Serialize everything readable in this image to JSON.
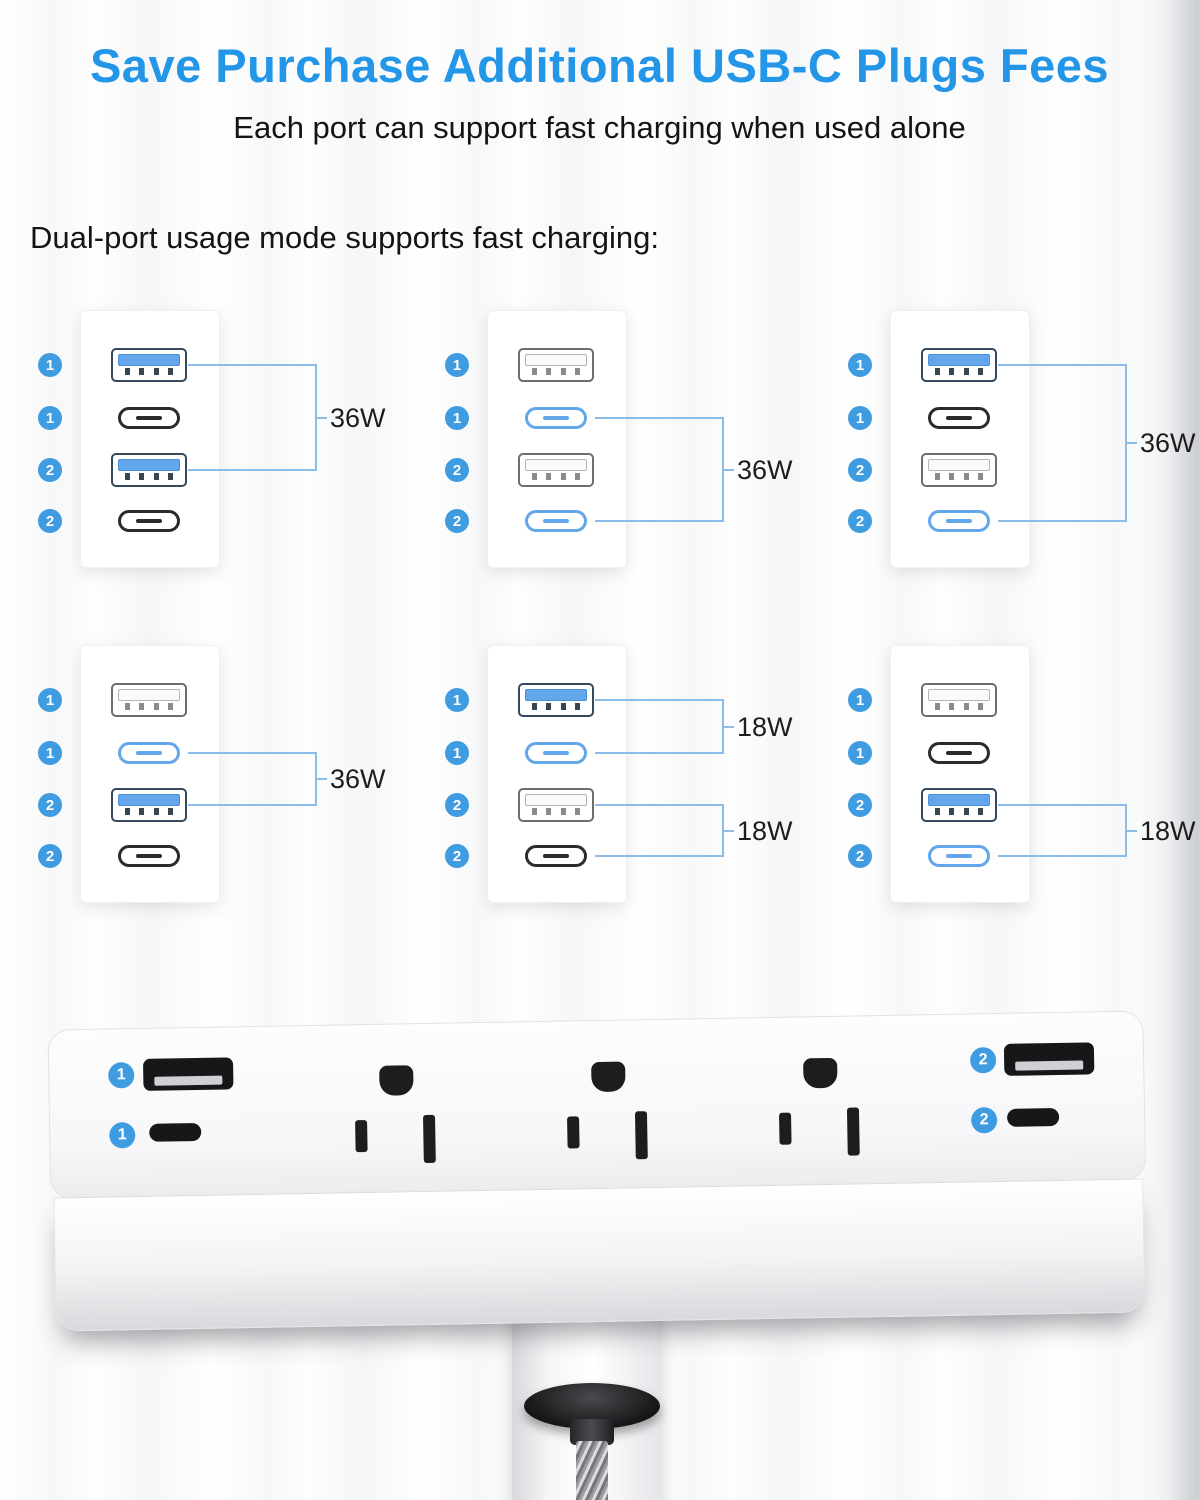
{
  "header": {
    "title": "Save Purchase Additional USB-C Plugs Fees",
    "subtitle": "Each port can support fast charging when used alone"
  },
  "section_heading": "Dual-port usage mode supports fast charging:",
  "colors": {
    "title_blue": "#2496e8",
    "badge_blue": "#3f9ce0",
    "port_highlight_blue": "#63a7ea",
    "connector_line_blue": "#8cbde9"
  },
  "panels": [
    {
      "badges": [
        "1",
        "1",
        "2",
        "2"
      ],
      "ports": [
        {
          "type": "usb-a",
          "highlight": true
        },
        {
          "type": "usb-c",
          "highlight": false
        },
        {
          "type": "usb-a",
          "highlight": true
        },
        {
          "type": "usb-c",
          "highlight": false
        }
      ],
      "connections": [
        {
          "ports": [
            0,
            2
          ],
          "label": "36W"
        }
      ]
    },
    {
      "badges": [
        "1",
        "1",
        "2",
        "2"
      ],
      "ports": [
        {
          "type": "usb-a",
          "highlight": false
        },
        {
          "type": "usb-c",
          "highlight": true
        },
        {
          "type": "usb-a",
          "highlight": false
        },
        {
          "type": "usb-c",
          "highlight": true
        }
      ],
      "connections": [
        {
          "ports": [
            1,
            3
          ],
          "label": "36W"
        }
      ]
    },
    {
      "badges": [
        "1",
        "1",
        "2",
        "2"
      ],
      "ports": [
        {
          "type": "usb-a",
          "highlight": true
        },
        {
          "type": "usb-c",
          "highlight": false
        },
        {
          "type": "usb-a",
          "highlight": false
        },
        {
          "type": "usb-c",
          "highlight": true
        }
      ],
      "connections": [
        {
          "ports": [
            0,
            3
          ],
          "label": "36W"
        }
      ]
    },
    {
      "badges": [
        "1",
        "1",
        "2",
        "2"
      ],
      "ports": [
        {
          "type": "usb-a",
          "highlight": false
        },
        {
          "type": "usb-c",
          "highlight": true
        },
        {
          "type": "usb-a",
          "highlight": true
        },
        {
          "type": "usb-c",
          "highlight": false
        }
      ],
      "connections": [
        {
          "ports": [
            1,
            2
          ],
          "label": "36W"
        }
      ]
    },
    {
      "badges": [
        "1",
        "1",
        "2",
        "2"
      ],
      "ports": [
        {
          "type": "usb-a",
          "highlight": true
        },
        {
          "type": "usb-c",
          "highlight": true
        },
        {
          "type": "usb-a",
          "highlight": false
        },
        {
          "type": "usb-c",
          "highlight": false
        }
      ],
      "connections": [
        {
          "ports": [
            0,
            1
          ],
          "label": "18W"
        },
        {
          "ports": [
            2,
            3
          ],
          "label": "18W"
        }
      ]
    },
    {
      "badges": [
        "1",
        "1",
        "2",
        "2"
      ],
      "ports": [
        {
          "type": "usb-a",
          "highlight": false
        },
        {
          "type": "usb-c",
          "highlight": false
        },
        {
          "type": "usb-a",
          "highlight": true
        },
        {
          "type": "usb-c",
          "highlight": true
        }
      ],
      "connections": [
        {
          "ports": [
            2,
            3
          ],
          "label": "18W"
        }
      ]
    }
  ],
  "product": {
    "usb_port_badges": [
      "1",
      "1",
      "2",
      "2"
    ],
    "ac_outlet_count": 3
  }
}
